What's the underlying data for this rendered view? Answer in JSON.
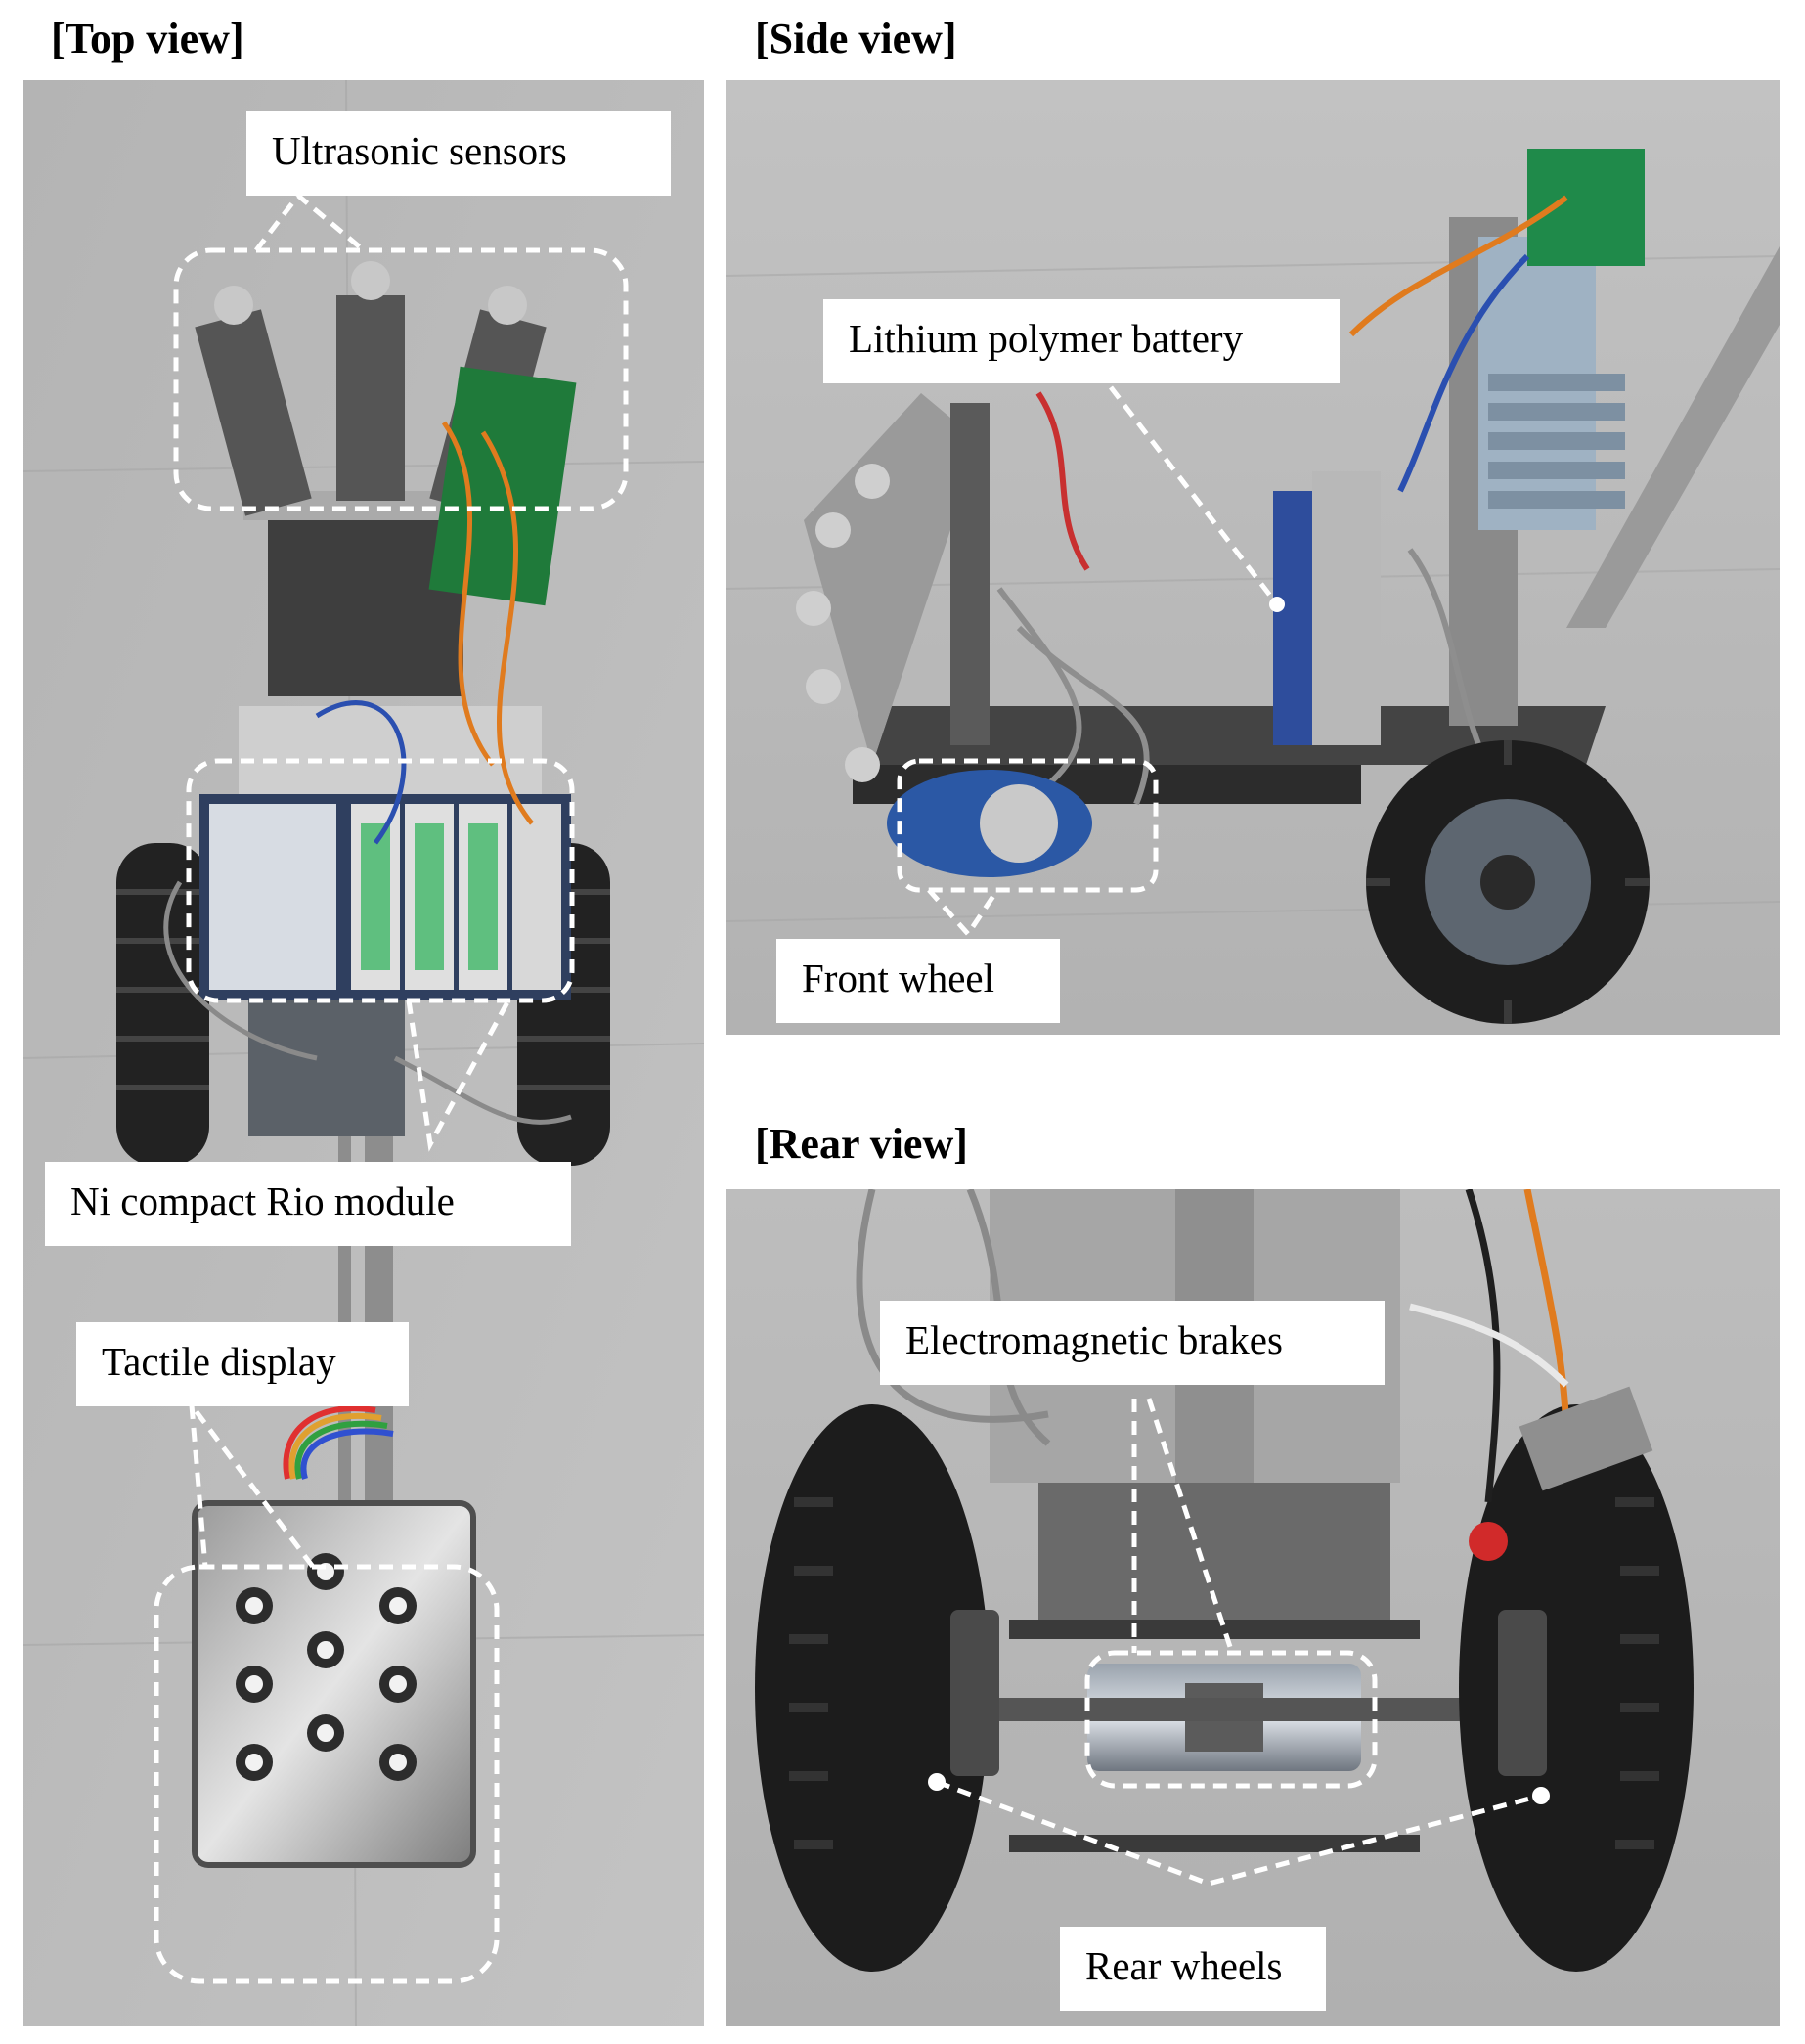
{
  "figure": {
    "top_view": {
      "heading": "[Top view]",
      "labels": {
        "ultrasonic": "Ultrasonic sensors",
        "crio": "Ni compact Rio module",
        "tactile": "Tactile display"
      }
    },
    "side_view": {
      "heading": "[Side view]",
      "labels": {
        "battery": "Lithium polymer battery",
        "front_wheel": "Front wheel"
      }
    },
    "rear_view": {
      "heading": "[Rear view]",
      "labels": {
        "brakes": "Electromagnetic brakes",
        "rear_wheels": "Rear wheels"
      }
    }
  },
  "colors": {
    "floor": "#b9b9b9",
    "callout_stroke": "#ffffff",
    "label_bg": "#ffffff",
    "text": "#000000"
  }
}
